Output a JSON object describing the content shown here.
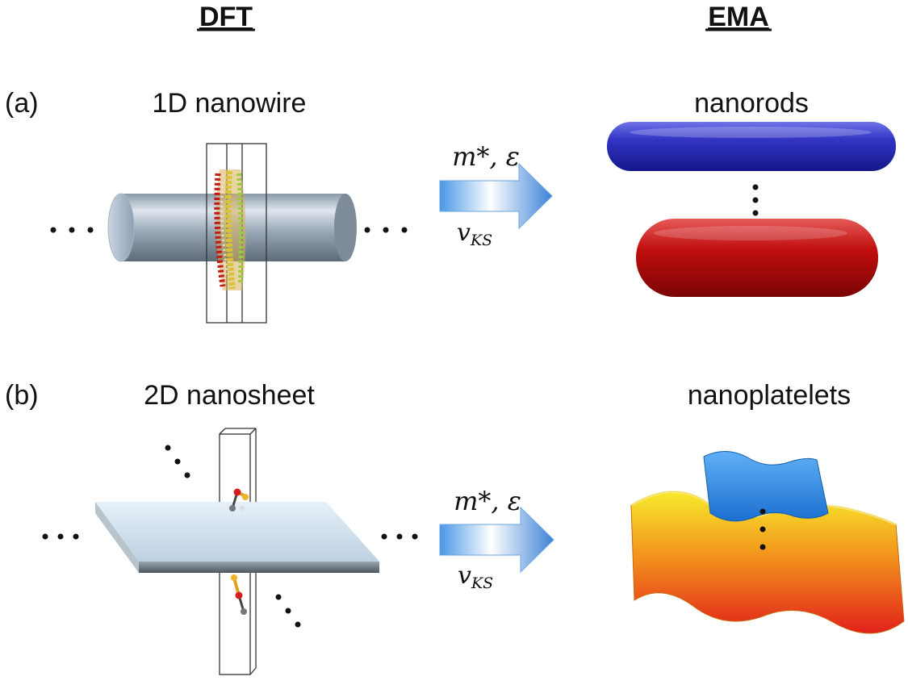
{
  "headers": {
    "left": "DFT",
    "right": "EMA"
  },
  "panels": [
    {
      "tag": "(a)",
      "dft_title": "1D nanowire",
      "ema_title": "nanorods",
      "arrow_top": "m*, ε",
      "arrow_bottom_main": "v",
      "arrow_bottom_sub": "KS"
    },
    {
      "tag": "(b)",
      "dft_title": "2D nanosheet",
      "ema_title": "nanoplatelets",
      "arrow_top": "m*, ε",
      "arrow_bottom_main": "v",
      "arrow_bottom_sub": "KS"
    }
  ],
  "colors": {
    "rod_top": "#2b2fbf",
    "rod_bottom": "#c10c0c",
    "arrow_blue": "#3d8fe0",
    "sheet": "#c9dcea",
    "platelet_top": "#2f8fe8",
    "platelet_bottom_yellow": "#f6e32a",
    "platelet_bottom_red": "#e8221c"
  }
}
